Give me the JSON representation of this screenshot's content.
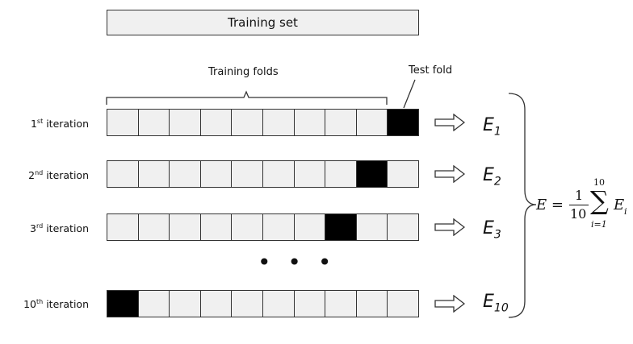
{
  "training_set_label": "Training set",
  "training_folds_label": "Training folds",
  "test_fold_label": "Test fold",
  "fold_count": 10,
  "iterations": [
    {
      "num": "1",
      "sup": "st",
      "suffix": " iteration",
      "test_fold_index": 9,
      "error_base": "E",
      "error_sub": "1"
    },
    {
      "num": "2",
      "sup": "nd",
      "suffix": " iteration",
      "test_fold_index": 8,
      "error_base": "E",
      "error_sub": "2"
    },
    {
      "num": "3",
      "sup": "rd",
      "suffix": " iteration",
      "test_fold_index": 7,
      "error_base": "E",
      "error_sub": "3"
    },
    {
      "num": "10",
      "sup": "th",
      "suffix": " iteration",
      "test_fold_index": 0,
      "error_base": "E",
      "error_sub": "10"
    }
  ],
  "ellipsis": "• • •",
  "formula": {
    "lhs": "E =",
    "numerator": "1",
    "denominator": "10",
    "sum_upper": "10",
    "sum_lower": "i=1",
    "sigma": "∑",
    "term_base": "E",
    "term_sub": "i"
  },
  "colors": {
    "cell_fill": "#f0f0f0",
    "test_fill": "#000000",
    "border": "#333333"
  },
  "icons": {
    "arrow": "hollow-right-arrow-icon",
    "brace": "curly-brace"
  }
}
